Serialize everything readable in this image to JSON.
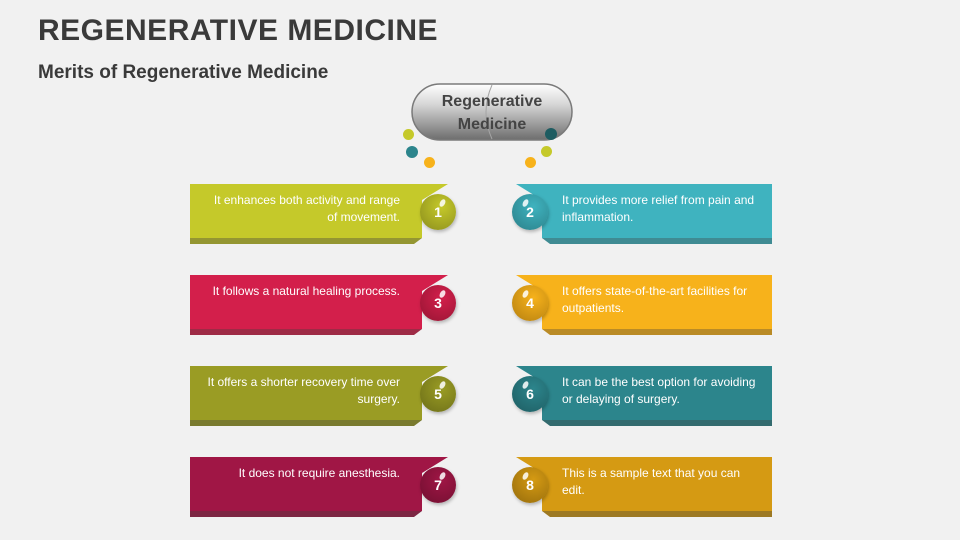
{
  "header": {
    "title": "REGENERATIVE MEDICINE",
    "subtitle": "Merits of Regenerative Medicine"
  },
  "center": {
    "label_line1": "Regenerative",
    "label_line2": "Medicine"
  },
  "items": [
    {
      "number": "1",
      "text": "It enhances both activity and range of movement.",
      "color": "#c5c92a",
      "dark": "#8a8c1d"
    },
    {
      "number": "2",
      "text": "It provides more relief from pain and inflammation.",
      "color": "#3fb3bf",
      "dark": "#2b7f88"
    },
    {
      "number": "3",
      "text": "It follows a natural healing process.",
      "color": "#d31f4b",
      "dark": "#951533"
    },
    {
      "number": "4",
      "text": "It offers state-of-the-art facilities for outpatients.",
      "color": "#f7b21b",
      "dark": "#b47f10"
    },
    {
      "number": "5",
      "text": "It offers a shorter recovery time over surgery.",
      "color": "#9a9c24",
      "dark": "#6b6d18"
    },
    {
      "number": "6",
      "text": "It can be the best option for avoiding or delaying of surgery.",
      "color": "#2c858c",
      "dark": "#1e5c61"
    },
    {
      "number": "7",
      "text": "It does not require anesthesia.",
      "color": "#a01645",
      "dark": "#700f30"
    },
    {
      "number": "8",
      "text": "This is a sample text that you can edit.",
      "color": "#d59a13",
      "dark": "#946b0c"
    }
  ]
}
